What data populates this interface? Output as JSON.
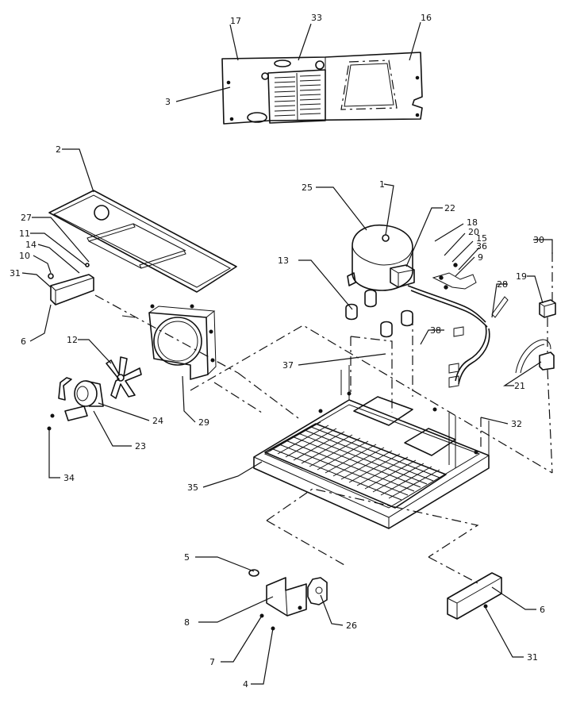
{
  "callouts": [
    {
      "id": "c17a",
      "text": "17"
    },
    {
      "id": "c33",
      "text": "33"
    },
    {
      "id": "c16",
      "text": "16"
    },
    {
      "id": "c3",
      "text": "3"
    },
    {
      "id": "c2",
      "text": "2"
    },
    {
      "id": "c27",
      "text": "27"
    },
    {
      "id": "c11",
      "text": "11"
    },
    {
      "id": "c14",
      "text": "14"
    },
    {
      "id": "c10",
      "text": "10"
    },
    {
      "id": "c31a",
      "text": "31"
    },
    {
      "id": "c6a",
      "text": "6"
    },
    {
      "id": "c12",
      "text": "12"
    },
    {
      "id": "c24",
      "text": "24"
    },
    {
      "id": "c23",
      "text": "23"
    },
    {
      "id": "c34",
      "text": "34"
    },
    {
      "id": "c29",
      "text": "29"
    },
    {
      "id": "c25",
      "text": "25"
    },
    {
      "id": "c1",
      "text": "1"
    },
    {
      "id": "c22",
      "text": "22"
    },
    {
      "id": "c18",
      "text": "18"
    },
    {
      "id": "c20",
      "text": "20"
    },
    {
      "id": "c15",
      "text": "15"
    },
    {
      "id": "c36",
      "text": "36"
    },
    {
      "id": "c9",
      "text": "9"
    },
    {
      "id": "c13",
      "text": "13"
    },
    {
      "id": "c28",
      "text": "28"
    },
    {
      "id": "c30",
      "text": "30"
    },
    {
      "id": "c19",
      "text": "19"
    },
    {
      "id": "c38",
      "text": "38"
    },
    {
      "id": "c37",
      "text": "37"
    },
    {
      "id": "c21",
      "text": "21"
    },
    {
      "id": "c32",
      "text": "32"
    },
    {
      "id": "c35",
      "text": "35"
    },
    {
      "id": "c5",
      "text": "5"
    },
    {
      "id": "c8",
      "text": "8"
    },
    {
      "id": "c26",
      "text": "26"
    },
    {
      "id": "c7",
      "text": "7"
    },
    {
      "id": "c4",
      "text": "4"
    },
    {
      "id": "c6b",
      "text": "6"
    },
    {
      "id": "c31b",
      "text": "31"
    }
  ]
}
